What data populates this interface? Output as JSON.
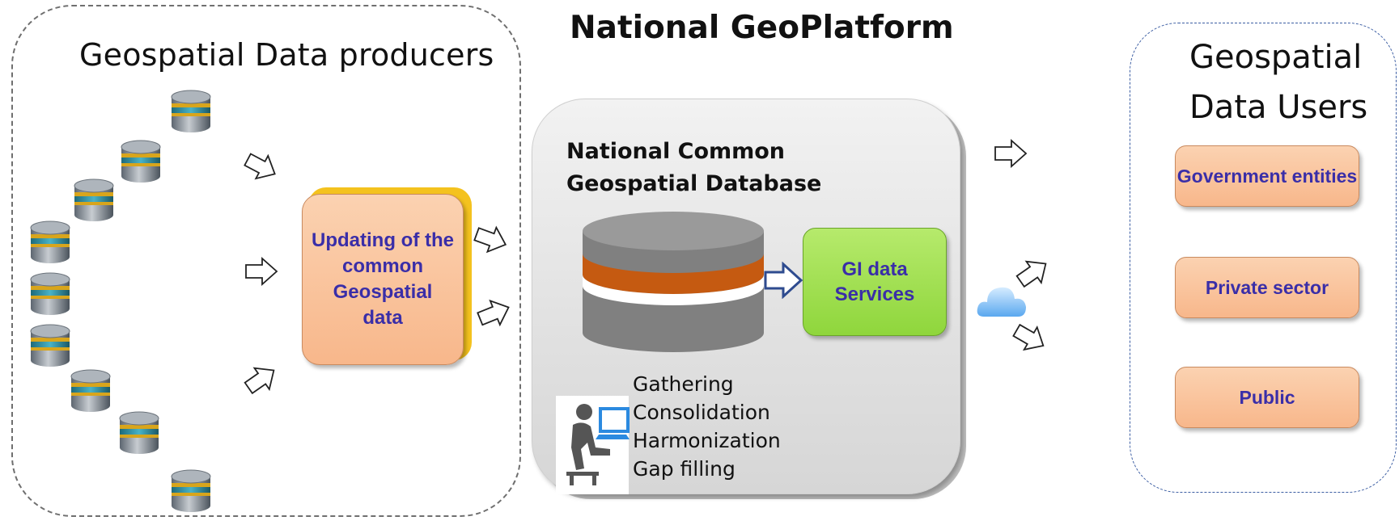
{
  "diagram": {
    "main_title": "National GeoPlatform",
    "producers": {
      "title": "Geospatial Data producers",
      "database_icon": "database-icon",
      "process_box": "Updating of the common Geospatial data"
    },
    "platform": {
      "title_line1": "National Common",
      "title_line2": "Geospatial Database",
      "database_icon": "database-cylinder-icon",
      "service_box": "GI data Services",
      "worker_icon": "worker-at-computer-icon",
      "processes": [
        "Gathering",
        "Consolidation",
        "Harmonization",
        "Gap filling"
      ]
    },
    "users": {
      "title_line1": "Geospatial",
      "title_line2": "Data Users",
      "cloud_icon": "cloud-icon",
      "groups": [
        "Government entities",
        "Private sector",
        "Public"
      ]
    },
    "arrow_icon": "outline-arrow-icon",
    "colors": {
      "orange_box": "#f8b78b",
      "green_box": "#8fd63c",
      "box_text": "#3a2ea8",
      "db_stripe": "#c55a11",
      "db_gray": "#7f7f7f",
      "arrow_outline": "#2e4b8f"
    }
  }
}
